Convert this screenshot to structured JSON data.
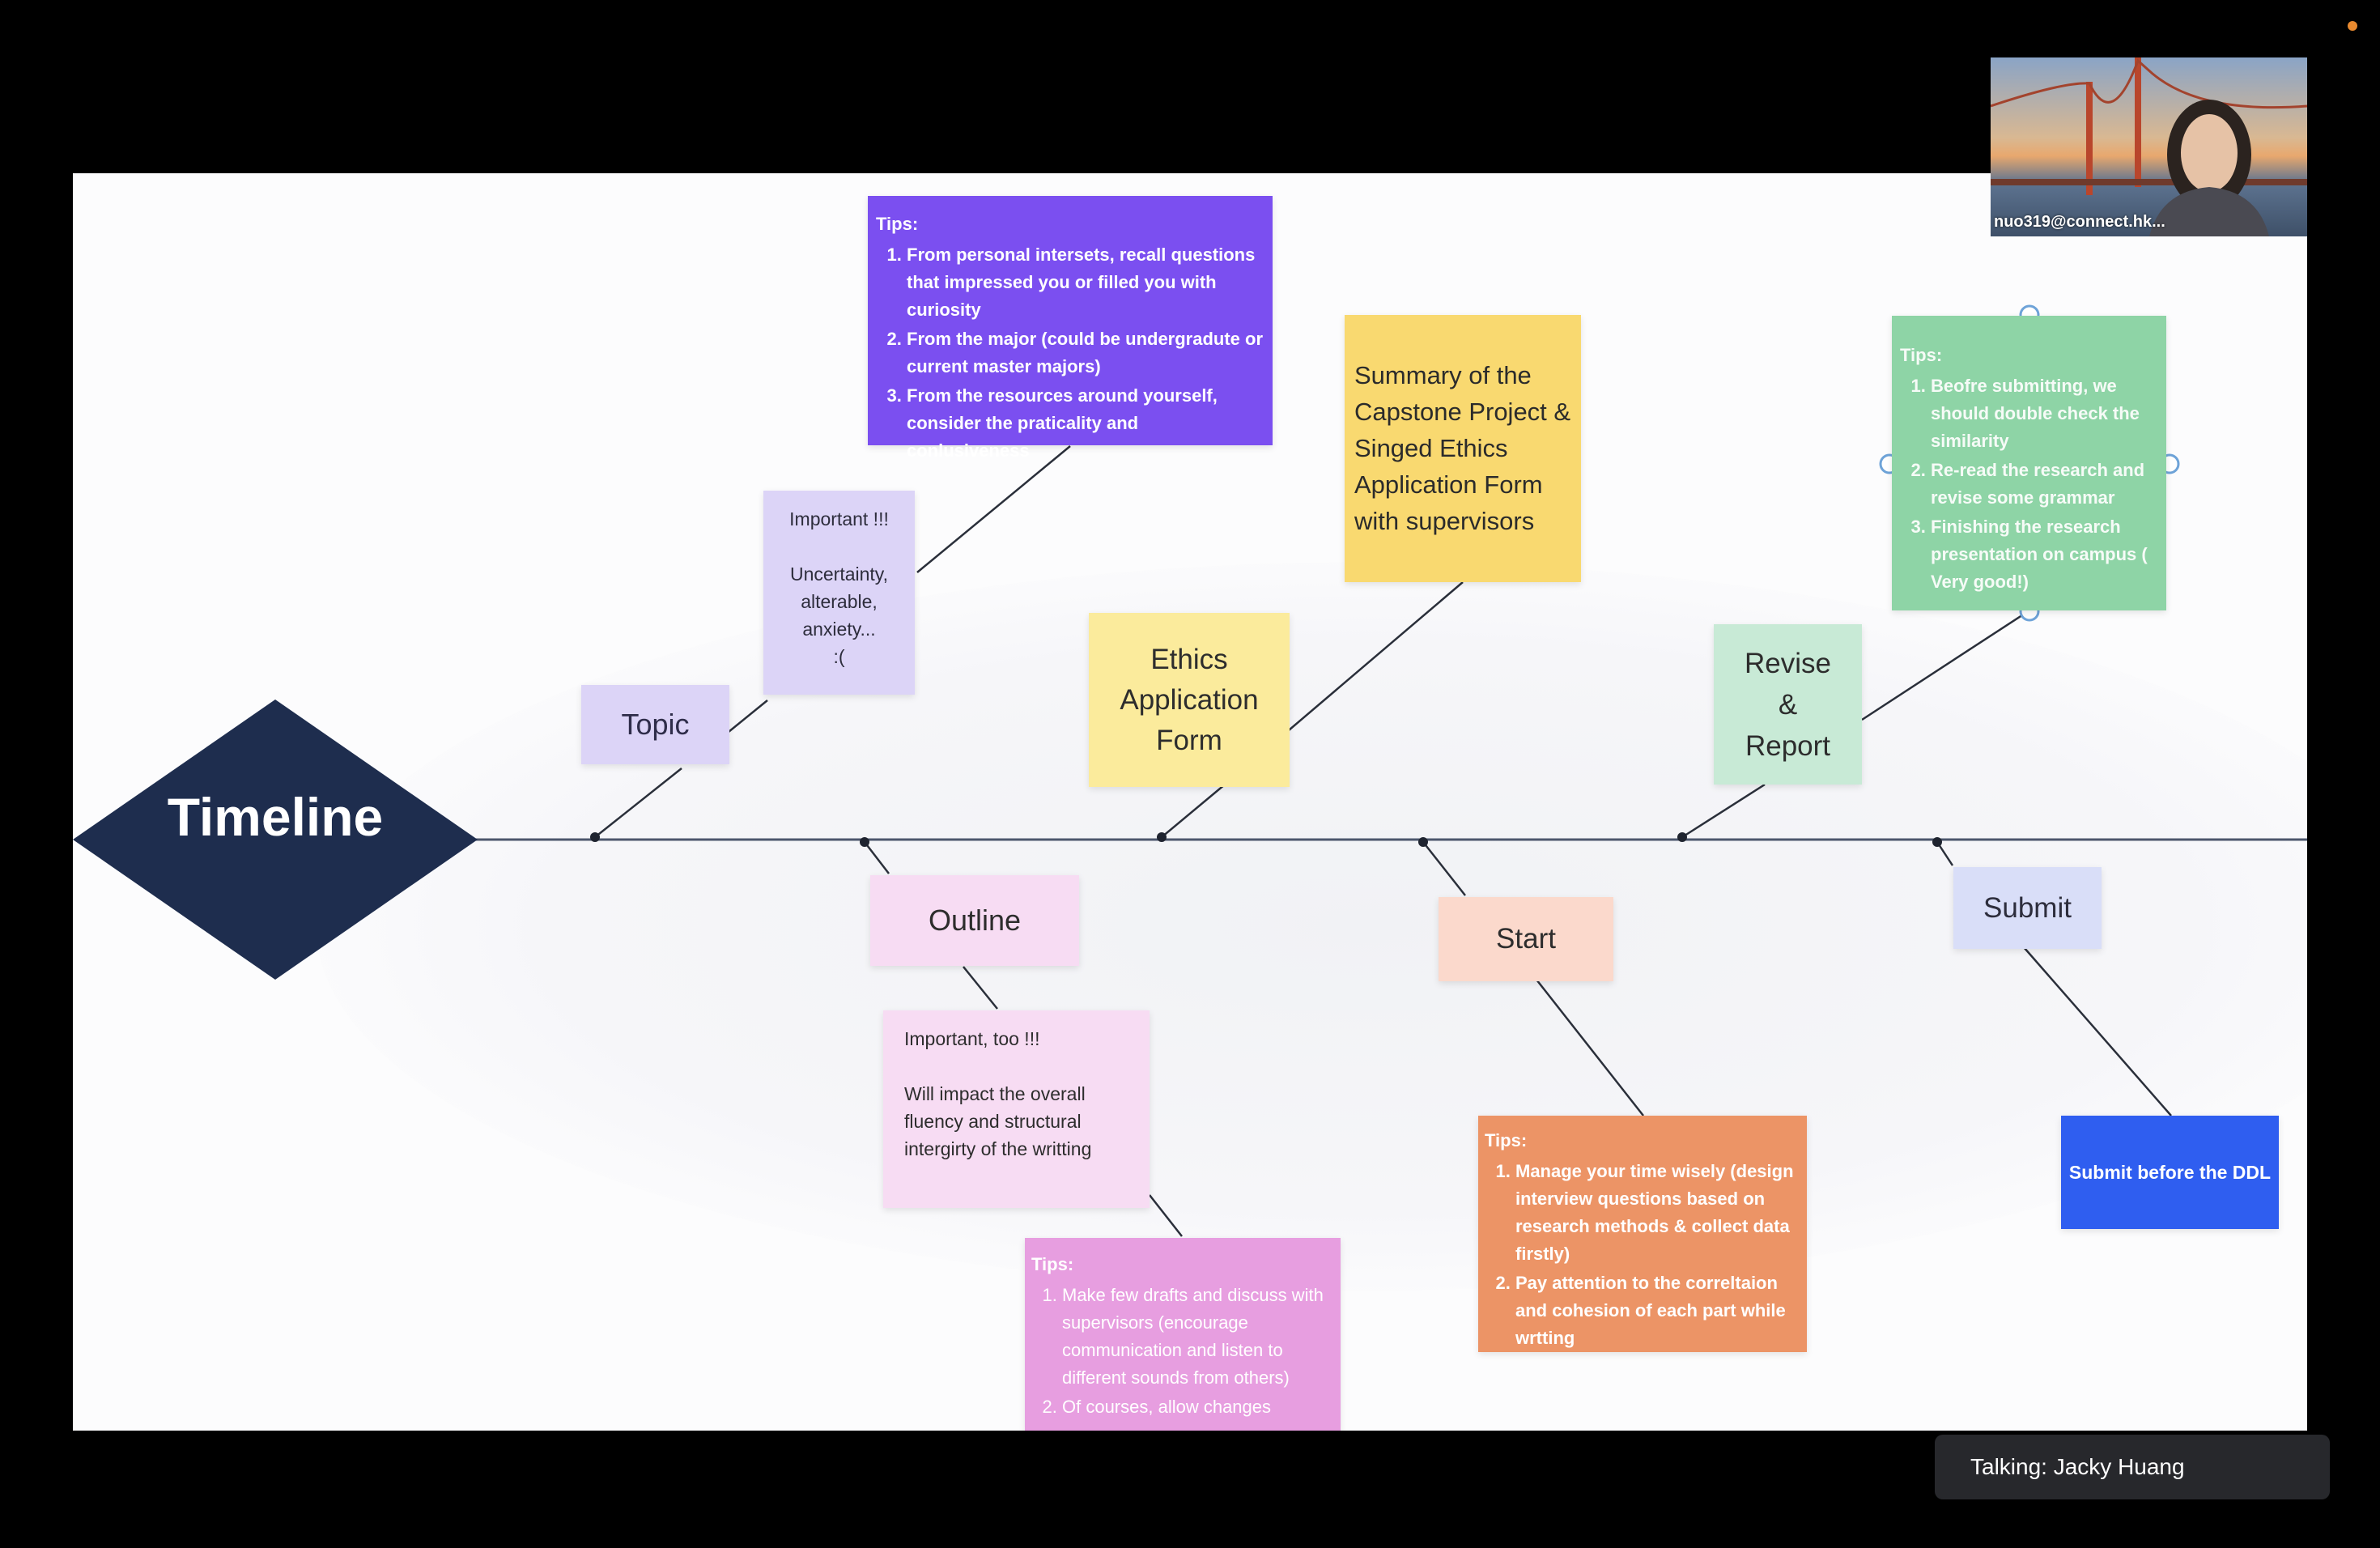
{
  "meeting": {
    "talking": "Talking: Jacky Huang",
    "participant_name": "nuo319@connect.hk...",
    "recording_indicator_color": "#e8892f"
  },
  "slide": {
    "title": "Timeline",
    "colors": {
      "spine": "#1e2d4e",
      "tips_purple": "#7b4ff0",
      "tips_green": "#8ed4a6",
      "tips_orange": "#ec9466",
      "tips_pink": "#e79ee0",
      "submit_blue": "#2f5ef0"
    },
    "top_notes": {
      "topic": "Topic",
      "topic_important": {
        "heading": "Important !!!",
        "body": "Uncertainty,\nalterable,\nanxiety...\n:("
      },
      "topic_tips": {
        "title": "Tips:",
        "items": [
          "From personal intersets, recall questions that impressed you or filled you with curiosity",
          "From the major (could be undergradute or current master majors)",
          "From the resources around yourself, consider the praticality and conlusiveness"
        ]
      },
      "ethics": "Ethics\nApplication\nForm",
      "ethics_summary": "Summary of the Capstone Project & Singed Ethics Application Form with supervisors",
      "revise": "Revise\n&\nReport",
      "revise_tips": {
        "title": "Tips:",
        "items": [
          "Beofre submitting, we should double check the similarity",
          "Re-read the research and revise some grammar",
          "Finishing the research presentation on campus ( Very good!)"
        ]
      }
    },
    "bottom_notes": {
      "outline": "Outline",
      "outline_important": {
        "heading": "Important, too !!!",
        "body": "Will impact the overall fluency and structural intergirty of the writting"
      },
      "outline_tips": {
        "title": "Tips:",
        "items": [
          "Make few drafts and discuss with supervisors (encourage communication and listen to different sounds from others)",
          "Of courses, allow changes"
        ]
      },
      "start": "Start",
      "start_tips": {
        "title": "Tips:",
        "items": [
          "Manage your time wisely (design interview questions based on research methods & collect data firstly)",
          "Pay attention to the correltaion and cohesion of each part while wrtting"
        ]
      },
      "submit": "Submit",
      "submit_note": "Submit before the DDL"
    }
  }
}
